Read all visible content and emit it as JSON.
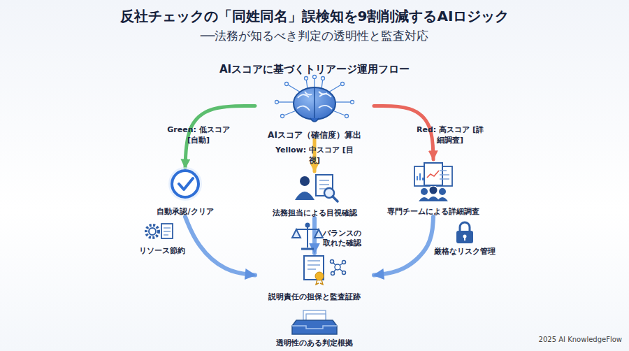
{
  "diagram": {
    "title": "反社チェックの「同姓同名」誤検知を9割削減するAIロジック",
    "nodes": [
      {
        "text": [
          "AIスコア（確信度）算出"
        ]
      },
      {
        "text": [
          "自動承認/クリア"
        ]
      },
      {
        "text": [
          "法務担当による目視確認"
        ]
      },
      {
        "text": [
          "専門チームによる詳細調査"
        ]
      },
      {
        "text": [
          "リソース節約"
        ]
      },
      {
        "text": [
          "バランスの取れた確認"
        ]
      },
      {
        "text": [
          "厳格なリスク管理"
        ]
      },
      {
        "text": [
          "説明責任の担保と監査証跡"
        ]
      },
      {
        "text": [
          "透明性のある判定根拠"
        ]
      }
    ],
    "edges": [
      {
        "from": 0,
        "to": 1,
        "label": "Green: 低スコア [自動]",
        "arrow": "to"
      },
      {
        "from": 0,
        "to": 2,
        "label": "Yellow: 中スコア [目視]",
        "arrow": "to"
      },
      {
        "from": 0,
        "to": 3,
        "label": "Red: 高スコア [詳細調査]",
        "arrow": "to"
      },
      {
        "from": 1,
        "to": 7,
        "arrow": "to"
      },
      {
        "from": 2,
        "to": 7,
        "arrow": "to"
      },
      {
        "from": 3,
        "to": 7,
        "arrow": "to"
      }
    ],
    "labels": [
      "──法務が知るべき判定の透明性と監査対応",
      "AIスコアに基づくトリアージ運用フロー",
      "2025 AI KnowledgeFlow"
    ]
  }
}
